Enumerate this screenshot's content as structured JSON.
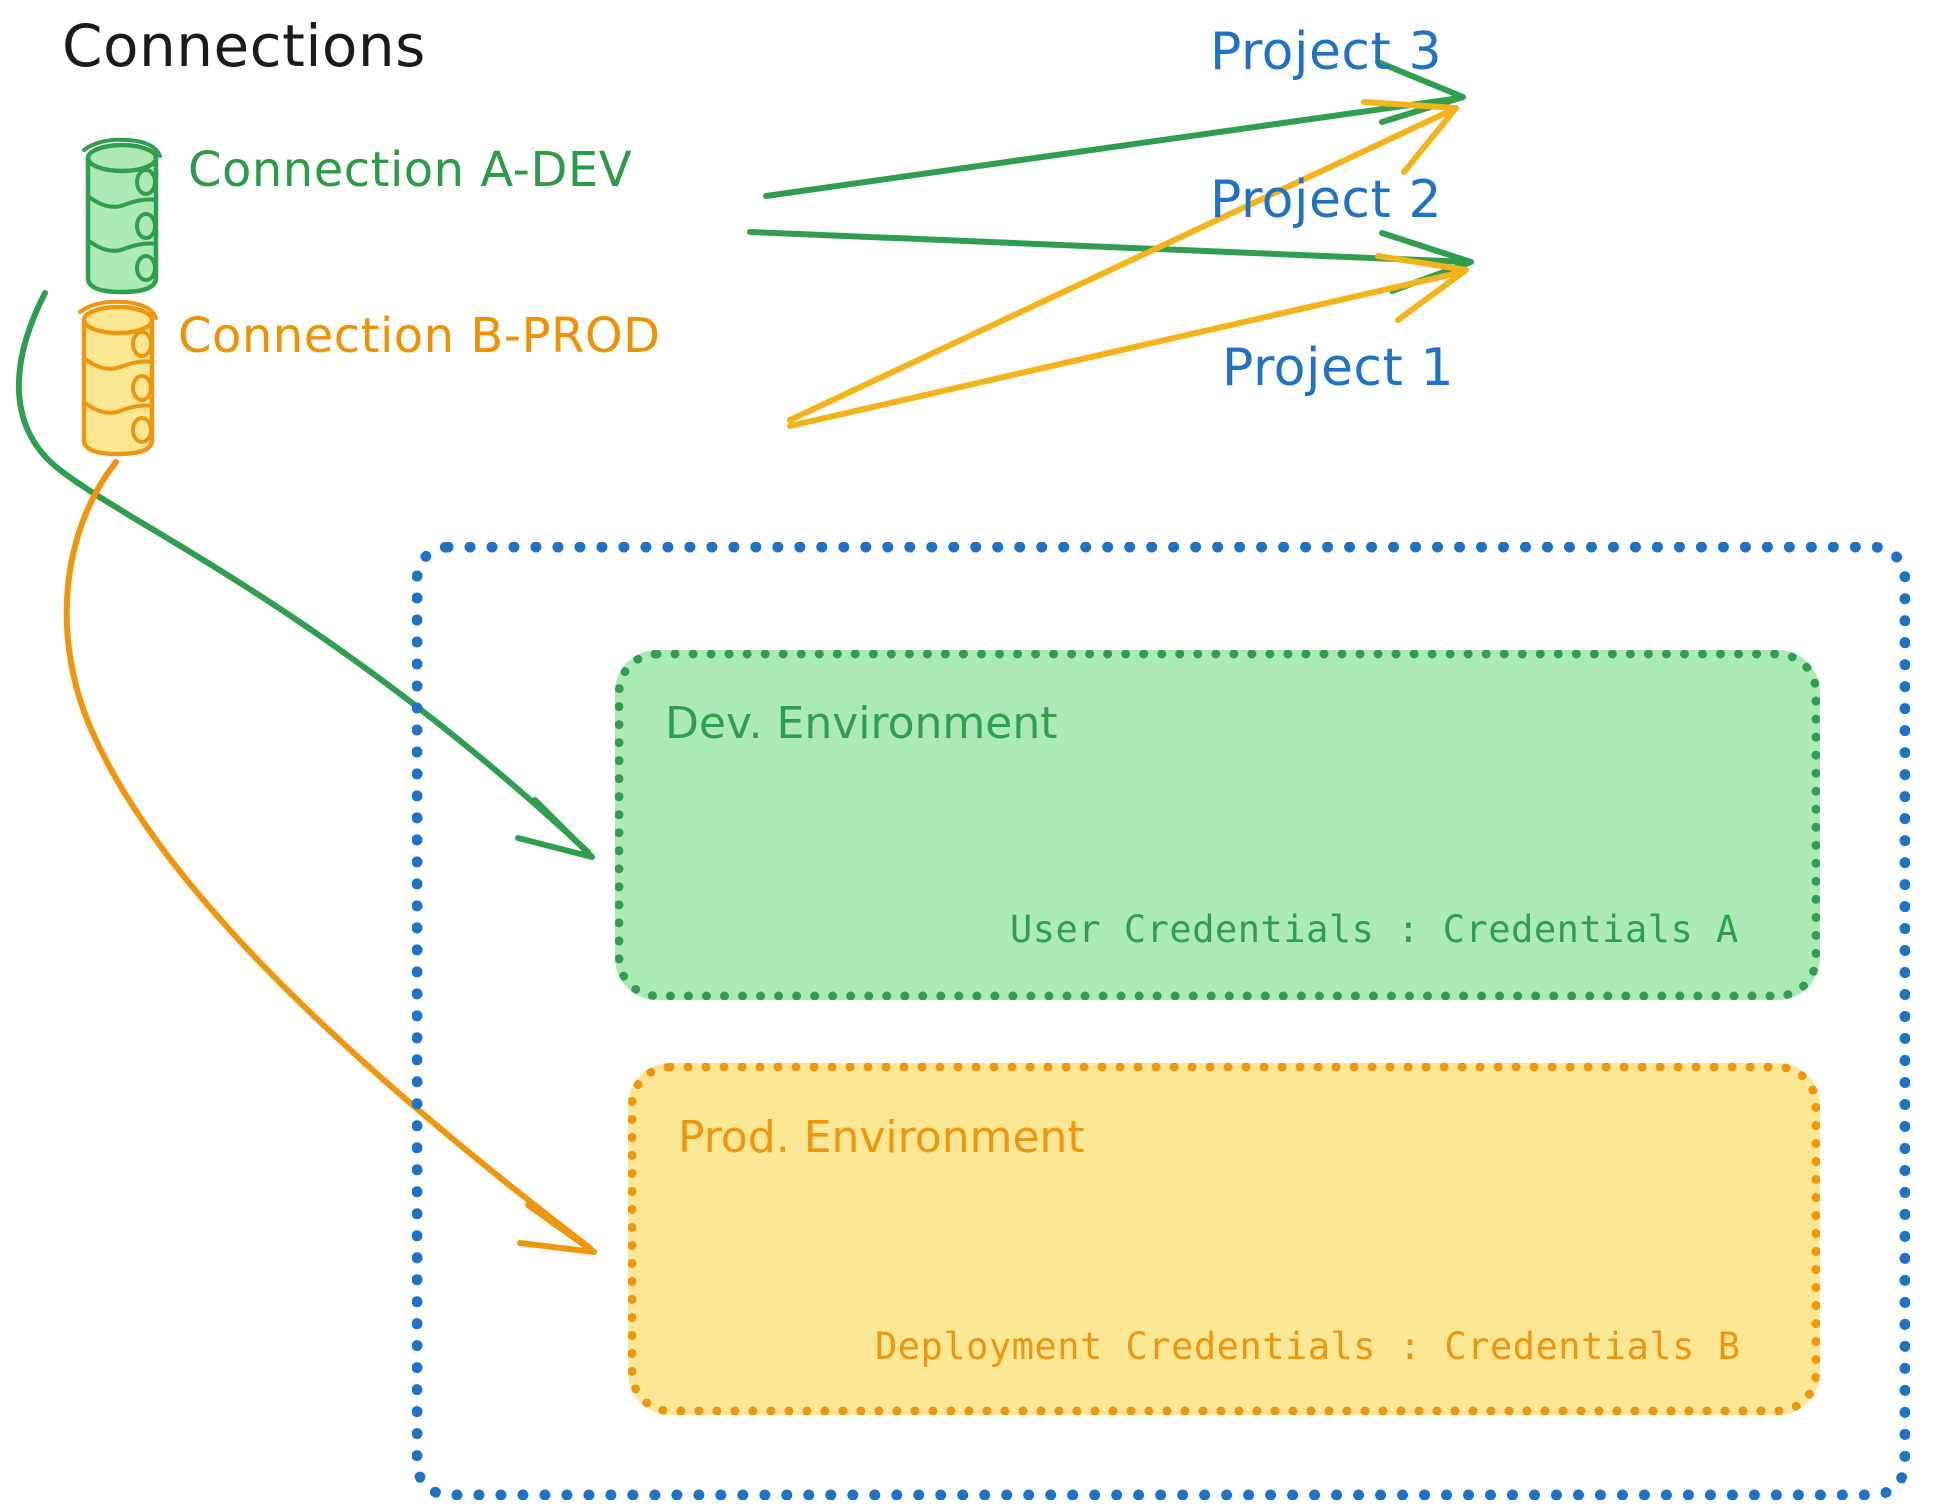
{
  "title": "Connections",
  "colors": {
    "green_stroke": "#2f9e4f",
    "green_fill": "#abeab4",
    "orange_stroke": "#f0960c",
    "orange_fill": "#fce894",
    "blue": "#1f72c4",
    "black": "#1b1b1b",
    "background": "#ffffff"
  },
  "connections": [
    {
      "id": "a-dev",
      "label": "Connection A-DEV",
      "icon": "database-cylinder-icon",
      "color": "#2c9a46",
      "targets": [
        "Project 3",
        "Project 2",
        "Dev. Environment"
      ]
    },
    {
      "id": "b-prod",
      "label": "Connection B-PROD",
      "icon": "database-cylinder-icon",
      "color": "#f09100",
      "targets": [
        "Project 3",
        "Project 2",
        "Prod. Environment"
      ]
    }
  ],
  "projects": [
    {
      "id": "project-3",
      "label": "Project 3"
    },
    {
      "id": "project-2",
      "label": "Project 2"
    },
    {
      "id": "project-1",
      "label": "Project 1"
    }
  ],
  "project1": {
    "label": "Project 1",
    "environments": [
      {
        "id": "dev",
        "title": "Dev. Environment",
        "credentials_label": "User Credentials : Credentials A",
        "fill": "#abeab4",
        "stroke": "#2f9e4f"
      },
      {
        "id": "prod",
        "title": "Prod. Environment",
        "credentials_label": "Deployment Credentials : Credentials B",
        "fill": "#fce894",
        "stroke": "#f0960c"
      }
    ]
  },
  "arrows": [
    {
      "id": "green-to-project-3",
      "from": "Connection A-DEV",
      "to": "Project 3",
      "color": "#2f9e4f"
    },
    {
      "id": "green-to-project-2",
      "from": "Connection A-DEV",
      "to": "Project 2",
      "color": "#2f9e4f"
    },
    {
      "id": "green-to-dev-env",
      "from": "Connection A-DEV",
      "to": "Dev. Environment",
      "color": "#2f9e4f"
    },
    {
      "id": "orange-to-project-3",
      "from": "Connection B-PROD",
      "to": "Project 3",
      "color": "#f5b31a"
    },
    {
      "id": "orange-to-project-2",
      "from": "Connection B-PROD",
      "to": "Project 2",
      "color": "#f5b31a"
    },
    {
      "id": "orange-to-prod-env",
      "from": "Connection B-PROD",
      "to": "Prod. Environment",
      "color": "#f0960c"
    }
  ]
}
